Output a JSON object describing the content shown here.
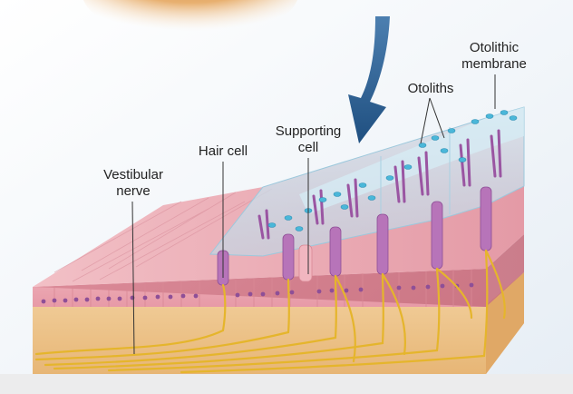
{
  "labels": {
    "otolithic_membrane_line1": "Otolithic",
    "otolithic_membrane_line2": "membrane",
    "otoliths": "Otoliths",
    "supporting_cell_line1": "Supporting",
    "supporting_cell_line2": "cell",
    "hair_cell": "Hair cell",
    "vestibular_nerve_line1": "Vestibular",
    "vestibular_nerve_line2": "nerve"
  },
  "colors": {
    "arrow": "#2c5d8f",
    "membrane": "#b8dfee",
    "otolith": "#4ab7d9",
    "epithelium": "#e9a9b4",
    "hair_cell": "#b774b9",
    "connective_tissue": "#f0c98e",
    "nerve": "#e5b52c",
    "head_blob": "#e8b070"
  }
}
